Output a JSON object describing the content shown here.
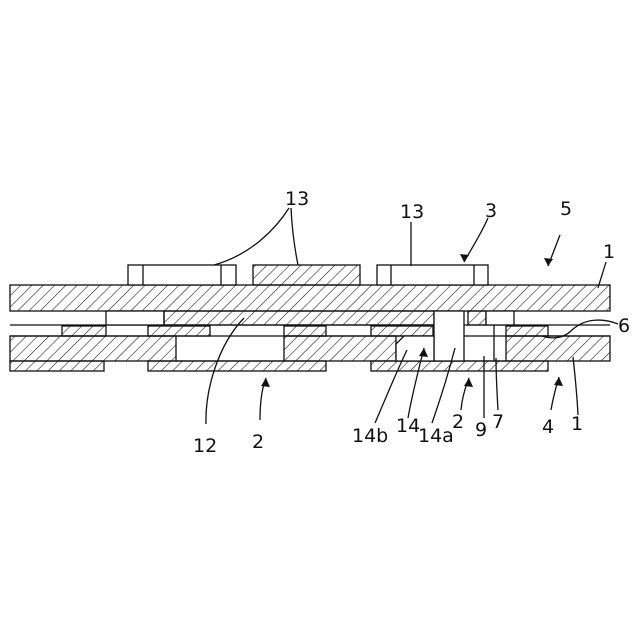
{
  "labels": {
    "l13_left": "13",
    "l13_right": "13",
    "l3": "3",
    "l5": "5",
    "l1_top": "1",
    "l6": "6",
    "l12": "12",
    "l2_left": "2",
    "l14b": "14b",
    "l14": "14",
    "l14a": "14a",
    "l2_right": "2",
    "l9": "9",
    "l7": "7",
    "l4": "4",
    "l1_bottom": "1"
  }
}
